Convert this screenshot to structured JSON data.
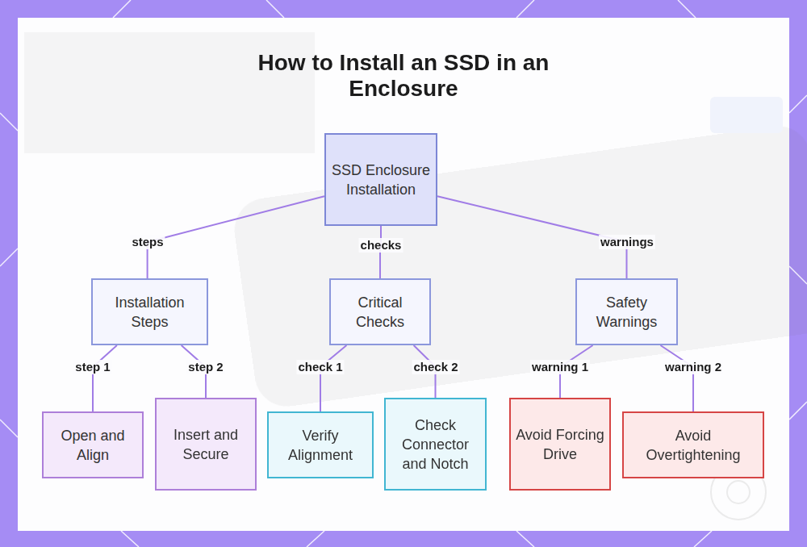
{
  "diagram": {
    "title": "How to Install an SSD in an Enclosure",
    "nodes": [
      {
        "text": [
          "SSD Enclosure Installation"
        ]
      },
      {
        "text": [
          "Installation Steps"
        ]
      },
      {
        "text": [
          "Critical Checks"
        ]
      },
      {
        "text": [
          "Safety Warnings"
        ]
      },
      {
        "text": [
          "Open and Align"
        ]
      },
      {
        "text": [
          "Insert and Secure"
        ]
      },
      {
        "text": [
          "Verify Alignment"
        ]
      },
      {
        "text": [
          "Check Connector and Notch"
        ]
      },
      {
        "text": [
          "Avoid Forcing Drive"
        ]
      },
      {
        "text": [
          "Avoid Overtightening"
        ]
      }
    ],
    "edges": [
      {
        "from": 0,
        "to": 1,
        "arrow": "none",
        "label": "steps"
      },
      {
        "from": 0,
        "to": 2,
        "arrow": "none",
        "label": "checks"
      },
      {
        "from": 0,
        "to": 3,
        "arrow": "none",
        "label": "warnings"
      },
      {
        "from": 1,
        "to": 4,
        "arrow": "none",
        "label": "step 1"
      },
      {
        "from": 1,
        "to": 5,
        "arrow": "none",
        "label": "step 2"
      },
      {
        "from": 2,
        "to": 6,
        "arrow": "none",
        "label": "check 1"
      },
      {
        "from": 2,
        "to": 7,
        "arrow": "none",
        "label": "check 2"
      },
      {
        "from": 3,
        "to": 8,
        "arrow": "none",
        "label": "warning 1"
      },
      {
        "from": 3,
        "to": 9,
        "arrow": "none",
        "label": "warning 2"
      }
    ]
  }
}
